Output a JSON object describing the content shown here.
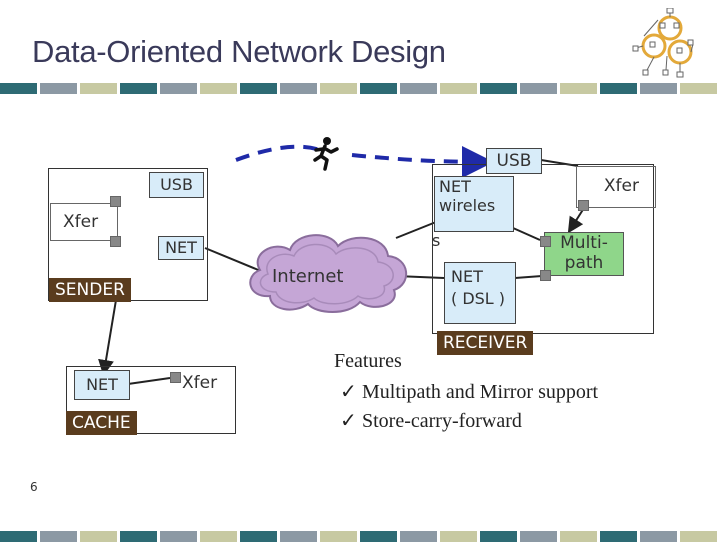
{
  "title": "Data-Oriented Network Design",
  "colors": {
    "stripe": [
      "#2e6b74",
      "#8c99a4",
      "#c7c9a2",
      "#2e6b74",
      "#8c99a4",
      "#c7c9a2",
      "#2e6b74",
      "#8c99a4",
      "#c7c9a2",
      "#2e6b74",
      "#8c99a4",
      "#c7c9a2",
      "#2e6b74",
      "#8c99a4",
      "#c7c9a2",
      "#2e6b74",
      "#8c99a4",
      "#c7c9a2"
    ],
    "dark_label": "#5a3c1e",
    "light_blue": "#d8ecf9",
    "green": "#8fd68a",
    "cloud": "#c5a6d6"
  },
  "logo_icon": "network-molecule-logo",
  "runner_icon": "running-person-icon",
  "sender": {
    "label": "SENDER",
    "usb": "USB",
    "xfer": "Xfer",
    "net": "NET"
  },
  "cache": {
    "label": "CACHE",
    "net": "NET",
    "xfer": "Xfer"
  },
  "internet": "Internet",
  "receiver": {
    "label": "RECEIVER",
    "usb": "USB",
    "net_wireless_line1": "NET",
    "net_wireless_line2": "wireles",
    "net_wireless_line3": "s",
    "net_dsl_line1": "NET",
    "net_dsl_line2": "( DSL )",
    "xfer": "Xfer",
    "multipath_line1": "Multi-",
    "multipath_line2": "path"
  },
  "features": {
    "heading": "Features",
    "items": [
      "Multipath and Mirror support",
      "Store-carry-forward"
    ]
  },
  "page_number": "6"
}
